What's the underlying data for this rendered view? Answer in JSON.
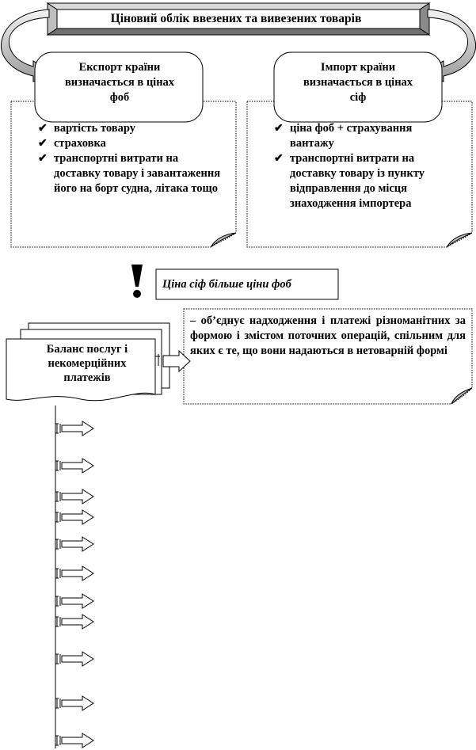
{
  "title": "Ціновий облік ввезених та вивезених товарів",
  "export": {
    "caption_lines": [
      "Експорт країни",
      "визначається в цінах",
      "фоб"
    ],
    "items": [
      "вартість товару",
      "страховка",
      "транспортні витрати на доставку товару і завантаження його на борт судна, літака тощо"
    ]
  },
  "import": {
    "caption_lines": [
      "Імпорт країни",
      "визначається в цінах",
      "сіф"
    ],
    "items": [
      "ціна фоб + страхування вантажу",
      "транспортні витрати на доставку товару із пункту відправлення до місця знаходження імпортера"
    ]
  },
  "note": "Ціна сіф більше ціни фоб",
  "services_balance": {
    "title_lines": [
      "Баланс послуг і",
      "некомерційних",
      "платежів"
    ],
    "description": "– об’єднує надходження і платежі різноманітних за формою і змістом поточних операцій, спільним для яких є те, що вони надаються в нетоварній формі"
  },
  "icons": {
    "check": "check-icon",
    "exclamation": "exclamation-icon",
    "arrow": "arrow-right-icon",
    "curved_arrow": "curved-arrow-icon"
  }
}
